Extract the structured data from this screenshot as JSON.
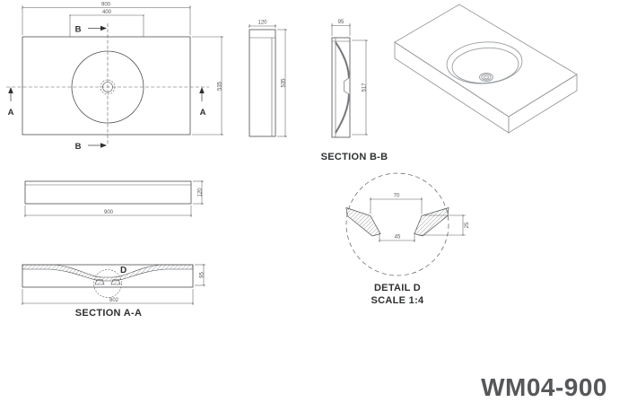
{
  "drawing": {
    "plan": {
      "dim_width": "900",
      "dim_inner": "400",
      "dim_depth": "535",
      "marker_a": "A",
      "marker_b": "B"
    },
    "side": {
      "dim_width": "120",
      "dim_height": "535"
    },
    "section_bb": {
      "title": "SECTION B-B",
      "dim_width": "95",
      "dim_height": "517"
    },
    "front": {
      "dim_width": "900",
      "dim_height": "120"
    },
    "section_aa": {
      "title": "SECTION A-A",
      "dim_width": "802",
      "dim_height": "95",
      "detail_marker": "D"
    },
    "detail_d": {
      "title": "DETAIL D",
      "scale": "SCALE 1:4",
      "dim_top": "70",
      "dim_bottom": "45",
      "dim_depth": "25"
    },
    "title_block": {
      "product_code": "WM04-900"
    },
    "colors": {
      "line": "#4d4f52",
      "iso_line": "#979ca0",
      "title": "#55575a",
      "background": "#ffffff"
    }
  }
}
